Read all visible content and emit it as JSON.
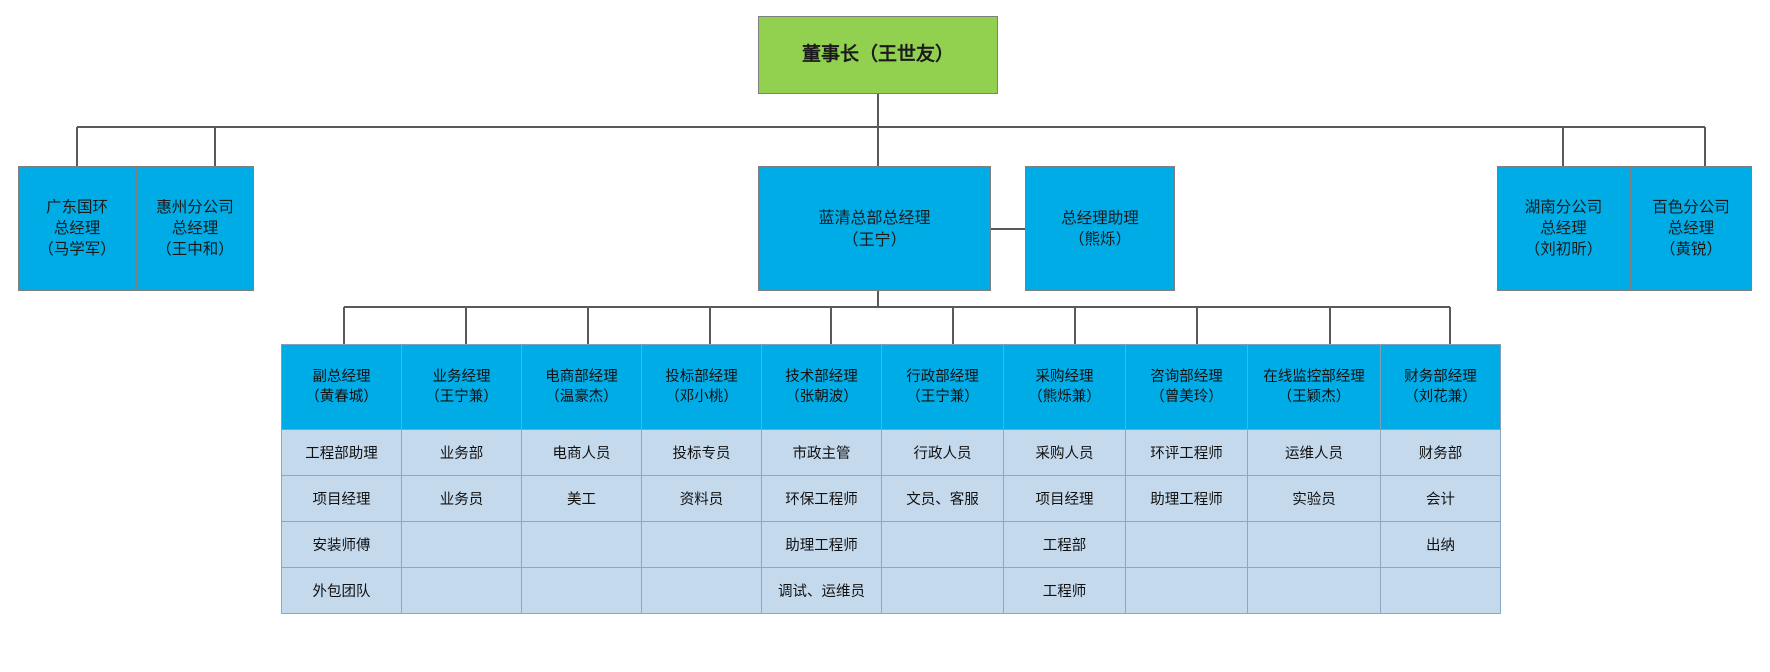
{
  "colors": {
    "chairman_fill": "#92d050",
    "node_fill": "#00ace6",
    "table_header_fill": "#00ace6",
    "table_cell_fill": "#c5d9ed",
    "border": "#7f7f7f",
    "connector": "#595959"
  },
  "chairman": {
    "title": "董事长（王世友）"
  },
  "level2": {
    "left": [
      {
        "label": "广东国环\n总经理\n（马学军）"
      },
      {
        "label": "惠州分公司\n总经理\n（王中和）"
      }
    ],
    "center": {
      "label": "蓝清总部总经理\n（王宁）"
    },
    "assistant": {
      "label": "总经理助理\n（熊烁）"
    },
    "right": [
      {
        "label": "湖南分公司\n总经理\n（刘初昕）"
      },
      {
        "label": "百色分公司\n总经理\n（黄锐）"
      }
    ]
  },
  "dept_table": {
    "headers": [
      "副总经理\n（黄春城）",
      "业务经理\n（王宁兼）",
      "电商部经理\n（温豪杰）",
      "投标部经理\n（邓小桃）",
      "技术部经理\n（张朝波）",
      "行政部经理\n（王宁兼）",
      "采购经理\n（熊烁兼）",
      "咨询部经理\n（曾美玲）",
      "在线监控部经理\n（王颖杰）",
      "财务部经理\n（刘花兼）"
    ],
    "rows": [
      [
        "工程部助理",
        "业务部",
        "电商人员",
        "投标专员",
        "市政主管",
        "行政人员",
        "采购人员",
        "环评工程师",
        "运维人员",
        "财务部"
      ],
      [
        "项目经理",
        "业务员",
        "美工",
        "资料员",
        "环保工程师",
        "文员、客服",
        "项目经理",
        "助理工程师",
        "实验员",
        "会计"
      ],
      [
        "安装师傅",
        "",
        "",
        "",
        "助理工程师",
        "",
        "工程部",
        "",
        "",
        "出纳"
      ],
      [
        "外包团队",
        "",
        "",
        "",
        "调试、运维员",
        "",
        "工程师",
        "",
        "",
        ""
      ]
    ]
  }
}
